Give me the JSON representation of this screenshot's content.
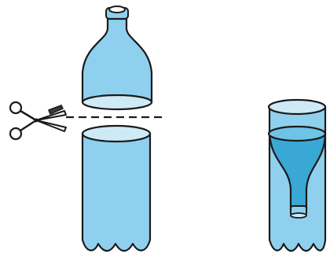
{
  "diagram": {
    "steps": [
      {
        "id": "cut-bottle",
        "parts": [
          "bottle-top",
          "bottle-bottom",
          "scissors",
          "cut-line"
        ],
        "tool_icon": "scissors-icon",
        "cut_line_style": "dashed"
      },
      {
        "id": "assembled-funnel",
        "parts": [
          "bottle-bottom-container",
          "inverted-bottle-top-funnel"
        ]
      }
    ],
    "colors": {
      "water_light": "#8fd0ee",
      "water_medium": "#6ec4e6",
      "water_dark": "#3aa8d4",
      "outline": "#1a1a1a",
      "background": "#ffffff"
    }
  }
}
